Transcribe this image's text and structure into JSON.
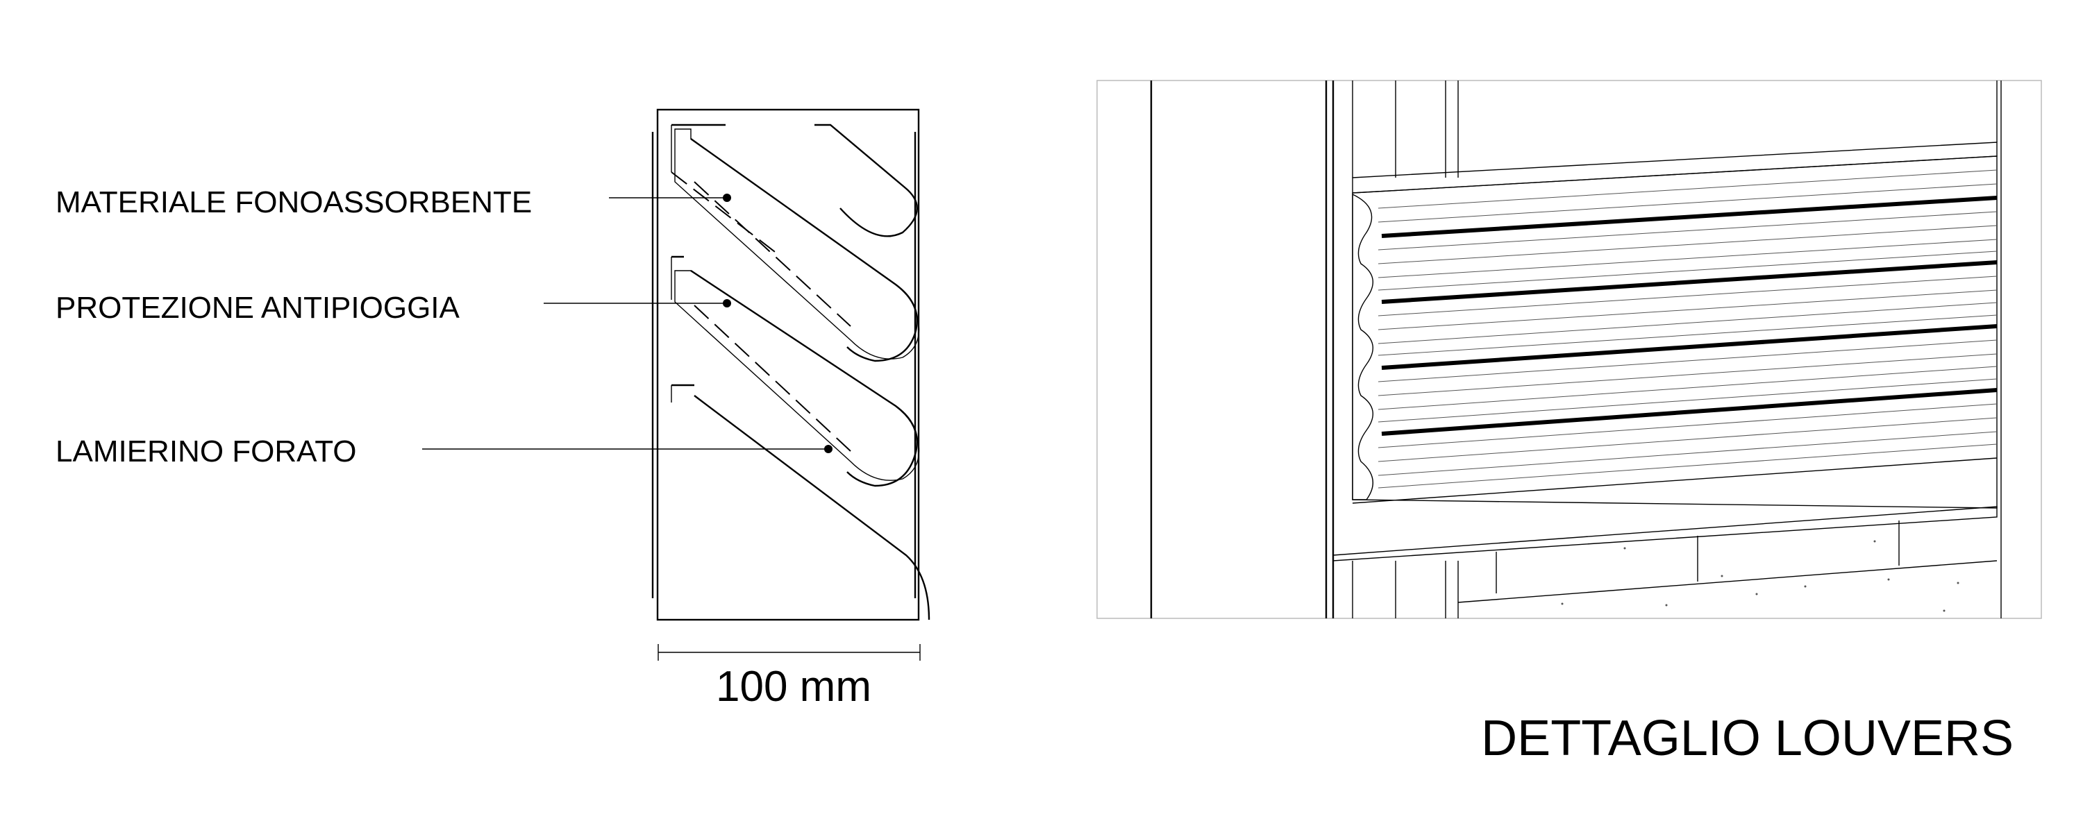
{
  "labels": {
    "absorbent": "MATERIALE FONOASSORBENTE",
    "rain": "PROTEZIONE ANTIPIOGGIA",
    "perforated": "LAMIERINO FORATO"
  },
  "dimension": "100 mm",
  "title": "DETTAGLIO LOUVERS",
  "colors": {
    "ink": "#000000",
    "fill_stipple": "#d4d4d4",
    "frame": "#bbbbbb",
    "background": "#ffffff"
  }
}
